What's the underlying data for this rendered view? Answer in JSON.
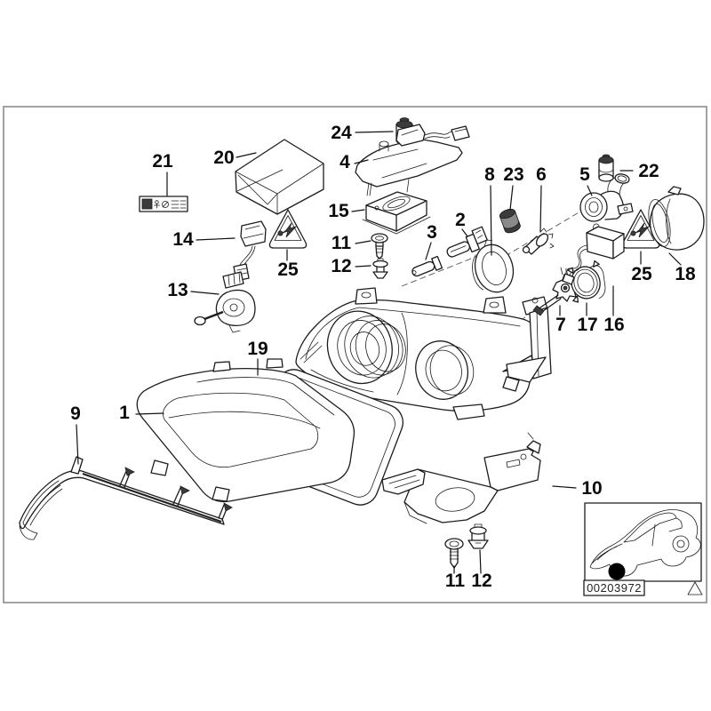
{
  "colors": {
    "background": "#ffffff",
    "line": "#1c1c1c",
    "border": "#8a8a8a",
    "location_dot": "#000000"
  },
  "callouts": {
    "n1": "1",
    "n2": "2",
    "n3": "3",
    "n4": "4",
    "n5": "5",
    "n6": "6",
    "n7": "7",
    "n8": "8",
    "n9": "9",
    "n10": "10",
    "n11_top": "11",
    "n11_bottom": "11",
    "n12_top": "12",
    "n12_bottom": "12",
    "n13": "13",
    "n14": "14",
    "n15": "15",
    "n16": "16",
    "n17": "17",
    "n18": "18",
    "n19": "19",
    "n20": "20",
    "n21": "21",
    "n22": "22",
    "n23": "23",
    "n24": "24",
    "n25_left": "25",
    "n25_right": "25"
  },
  "thumbnail": {
    "part_number": "00203972"
  }
}
